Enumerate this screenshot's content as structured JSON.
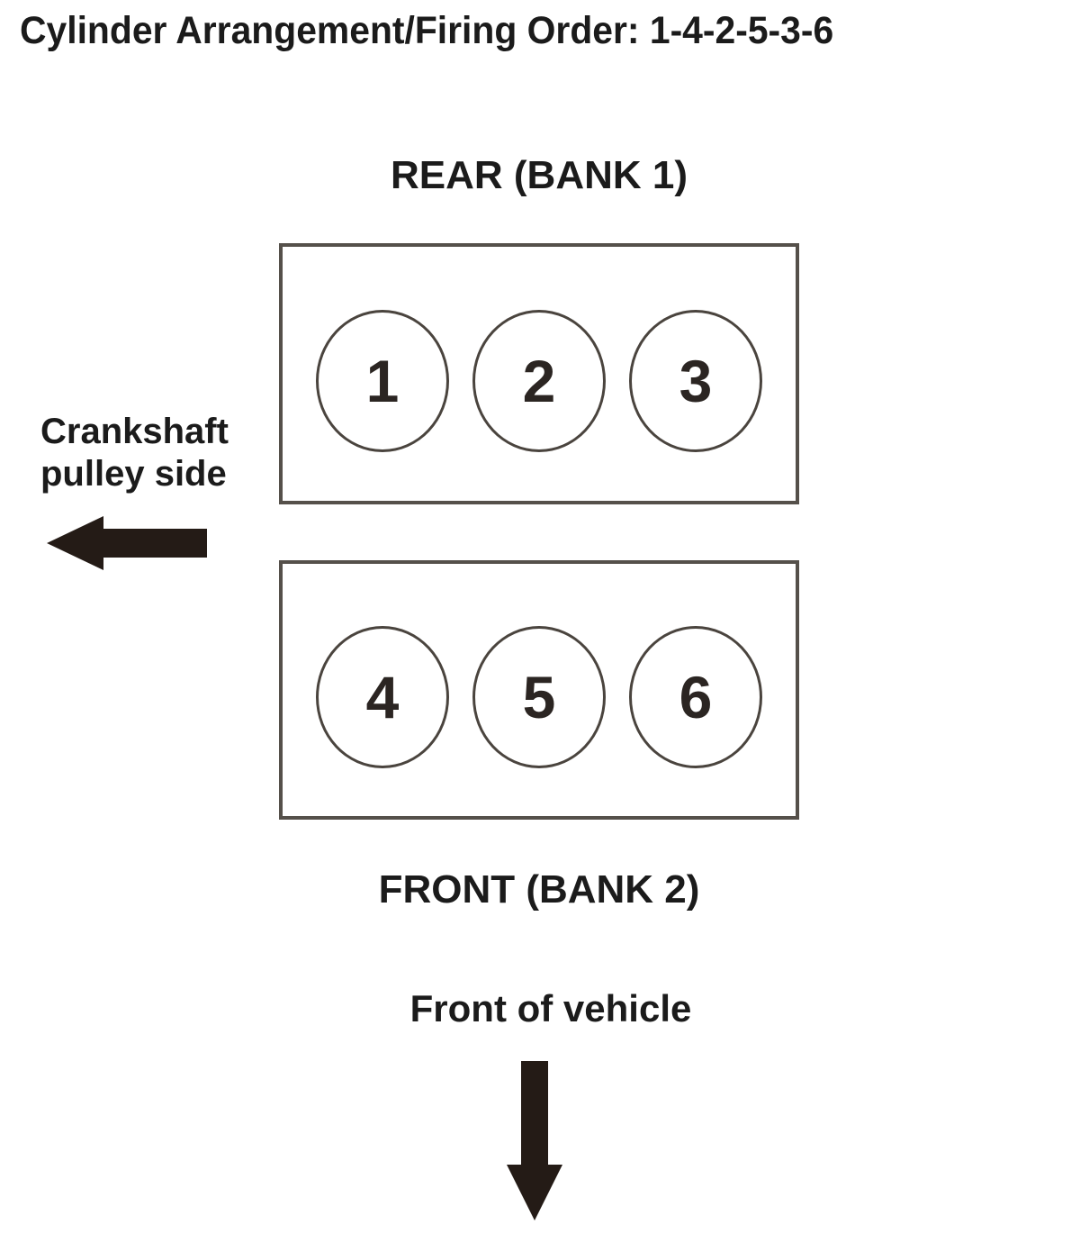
{
  "title": "Cylinder Arrangement/Firing Order: 1-4-2-5-3-6",
  "labels": {
    "rear_bank": "REAR (BANK 1)",
    "front_bank": "FRONT (BANK 2)",
    "crankshaft_line1": "Crankshaft",
    "crankshaft_line2": "pulley side",
    "front_of_vehicle": "Front of vehicle"
  },
  "banks": [
    {
      "name": "Bank 1 (rear)",
      "cylinders": [
        "1",
        "2",
        "3"
      ]
    },
    {
      "name": "Bank 2 (front)",
      "cylinders": [
        "4",
        "5",
        "6"
      ]
    }
  ],
  "icons": {
    "crankshaft_arrow": "left-arrow",
    "front_of_vehicle_arrow": "down-arrow"
  },
  "colors": {
    "text": "#1b1b1b",
    "box_border": "#55504a",
    "circle_border": "#4a443e",
    "arrow": "#241b16",
    "bg": "#ffffff"
  }
}
